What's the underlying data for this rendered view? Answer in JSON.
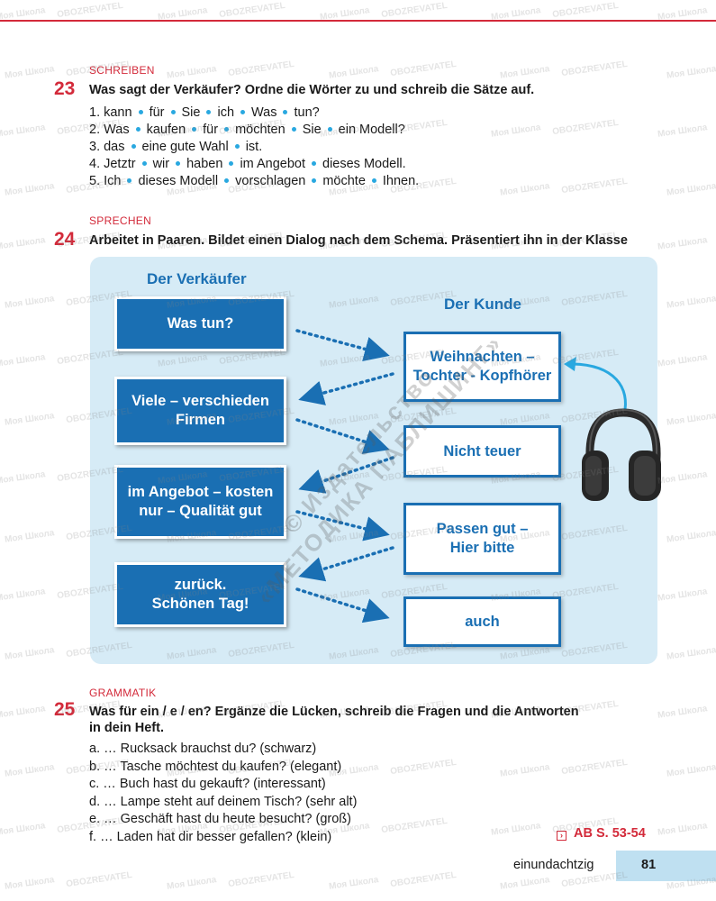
{
  "ex23": {
    "section": "SCHREIBEN",
    "number": "23",
    "instruction": "Was sagt der Verkäufer? Ordne die Wörter zu und schreib die Sätze auf.",
    "lines": [
      [
        "1. kann",
        "für",
        "Sie",
        "ich",
        "Was",
        "tun?"
      ],
      [
        "2. Was",
        "kaufen",
        "für",
        "möchten",
        "Sie",
        "ein Modell?"
      ],
      [
        "3. das",
        "eine gute Wahl",
        "ist."
      ],
      [
        "4. Jetztr",
        "wir",
        "haben",
        "im Angebot",
        "dieses Modell."
      ],
      [
        "5. Ich",
        "dieses Modell",
        "vorschlagen",
        "möchte",
        "Ihnen."
      ]
    ]
  },
  "ex24": {
    "section": "SPRECHEN",
    "number": "24",
    "instruction": "Arbeitet in Paaren. Bildet einen Dialog nach dem Schema. Präsentiert ihn in der Klasse",
    "seller_title": "Der Verkäufer",
    "customer_title": "Der Kunde",
    "seller_boxes": [
      "Was tun?",
      "Viele – verschieden\nFirmen",
      "im Angebot – kosten\nnur – Qualität gut",
      "zurück.\nSchönen Tag!"
    ],
    "customer_boxes": [
      "Weihnachten –\nTochter - Kopfhörer",
      "Nicht teuer",
      "Passen gut –\nHier bitte",
      "auch"
    ],
    "accent_blue": "#1a6fb3",
    "panel_color": "#d6ebf6"
  },
  "ex25": {
    "section": "GRAMMATIK",
    "number": "25",
    "instruction_line1": "Was für ein / e / en? Ergänze die Lücken, schreib die Fragen und die Antworten",
    "instruction_line2": "in dein Heft.",
    "lines": [
      "a. … Rucksack brauchst du? (schwarz)",
      "b. … Tasche möchtest du kaufen? (elegant)",
      "c. … Buch hast du gekauft? (interessant)",
      "d. … Lampe steht auf deinem Tisch? (sehr alt)",
      "e. … Geschäft hast du heute besucht? (groß)",
      "f. … Laden hat dir besser gefallen? (klein)"
    ],
    "ab_reference": "AB  S. 53-54"
  },
  "footer": {
    "page_word": "einundachtzig",
    "page_number": "81"
  },
  "accent_red": "#d32a3a",
  "dot_color": "#29a8e0",
  "watermarks": {
    "text1": "Моя Школа",
    "text2": "OBOZREVATEL",
    "stamp_line1": "© Издательство",
    "stamp_line2": "«МЕТОДИКА ПАБЛИШИНГ»"
  }
}
